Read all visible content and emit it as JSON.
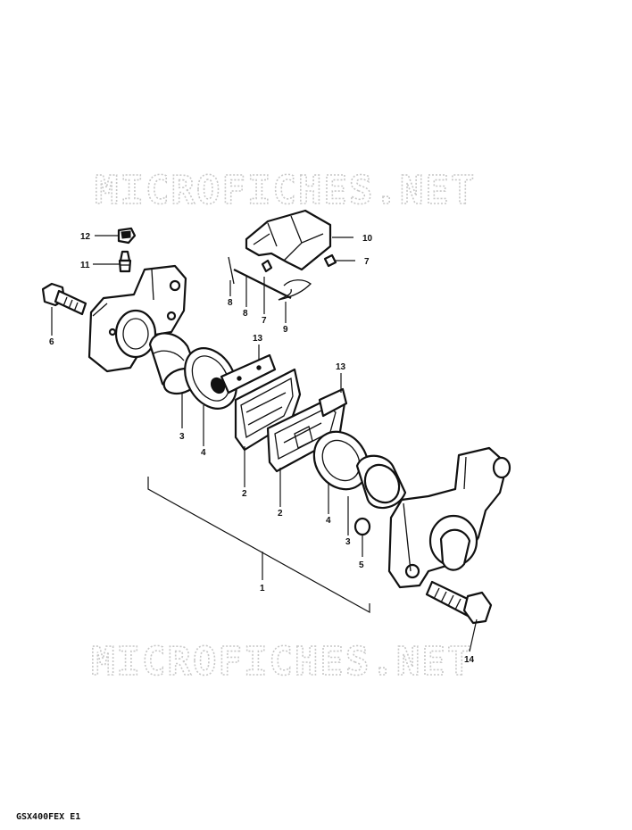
{
  "watermark": "MICROFICHES.NET",
  "footer_code": "GSX400FEX E1",
  "callouts": [
    "12",
    "11",
    "6",
    "10",
    "7",
    "8",
    "8",
    "7",
    "9",
    "13",
    "13",
    "3",
    "4",
    "2",
    "2",
    "4",
    "3",
    "5",
    "1",
    "14"
  ],
  "parts": [
    "caliper-housing-left",
    "caliper-housing-right",
    "piston-left",
    "piston-right",
    "piston-seal-left",
    "piston-seal-right",
    "brake-pad-left",
    "brake-pad-right",
    "pad-shim-left",
    "pad-shim-right",
    "pad-cover",
    "pad-pin",
    "pad-spring",
    "bleeder-valve",
    "bleeder-cap",
    "caliper-bolt-left",
    "caliper-bolt-right",
    "plug-cap"
  ]
}
